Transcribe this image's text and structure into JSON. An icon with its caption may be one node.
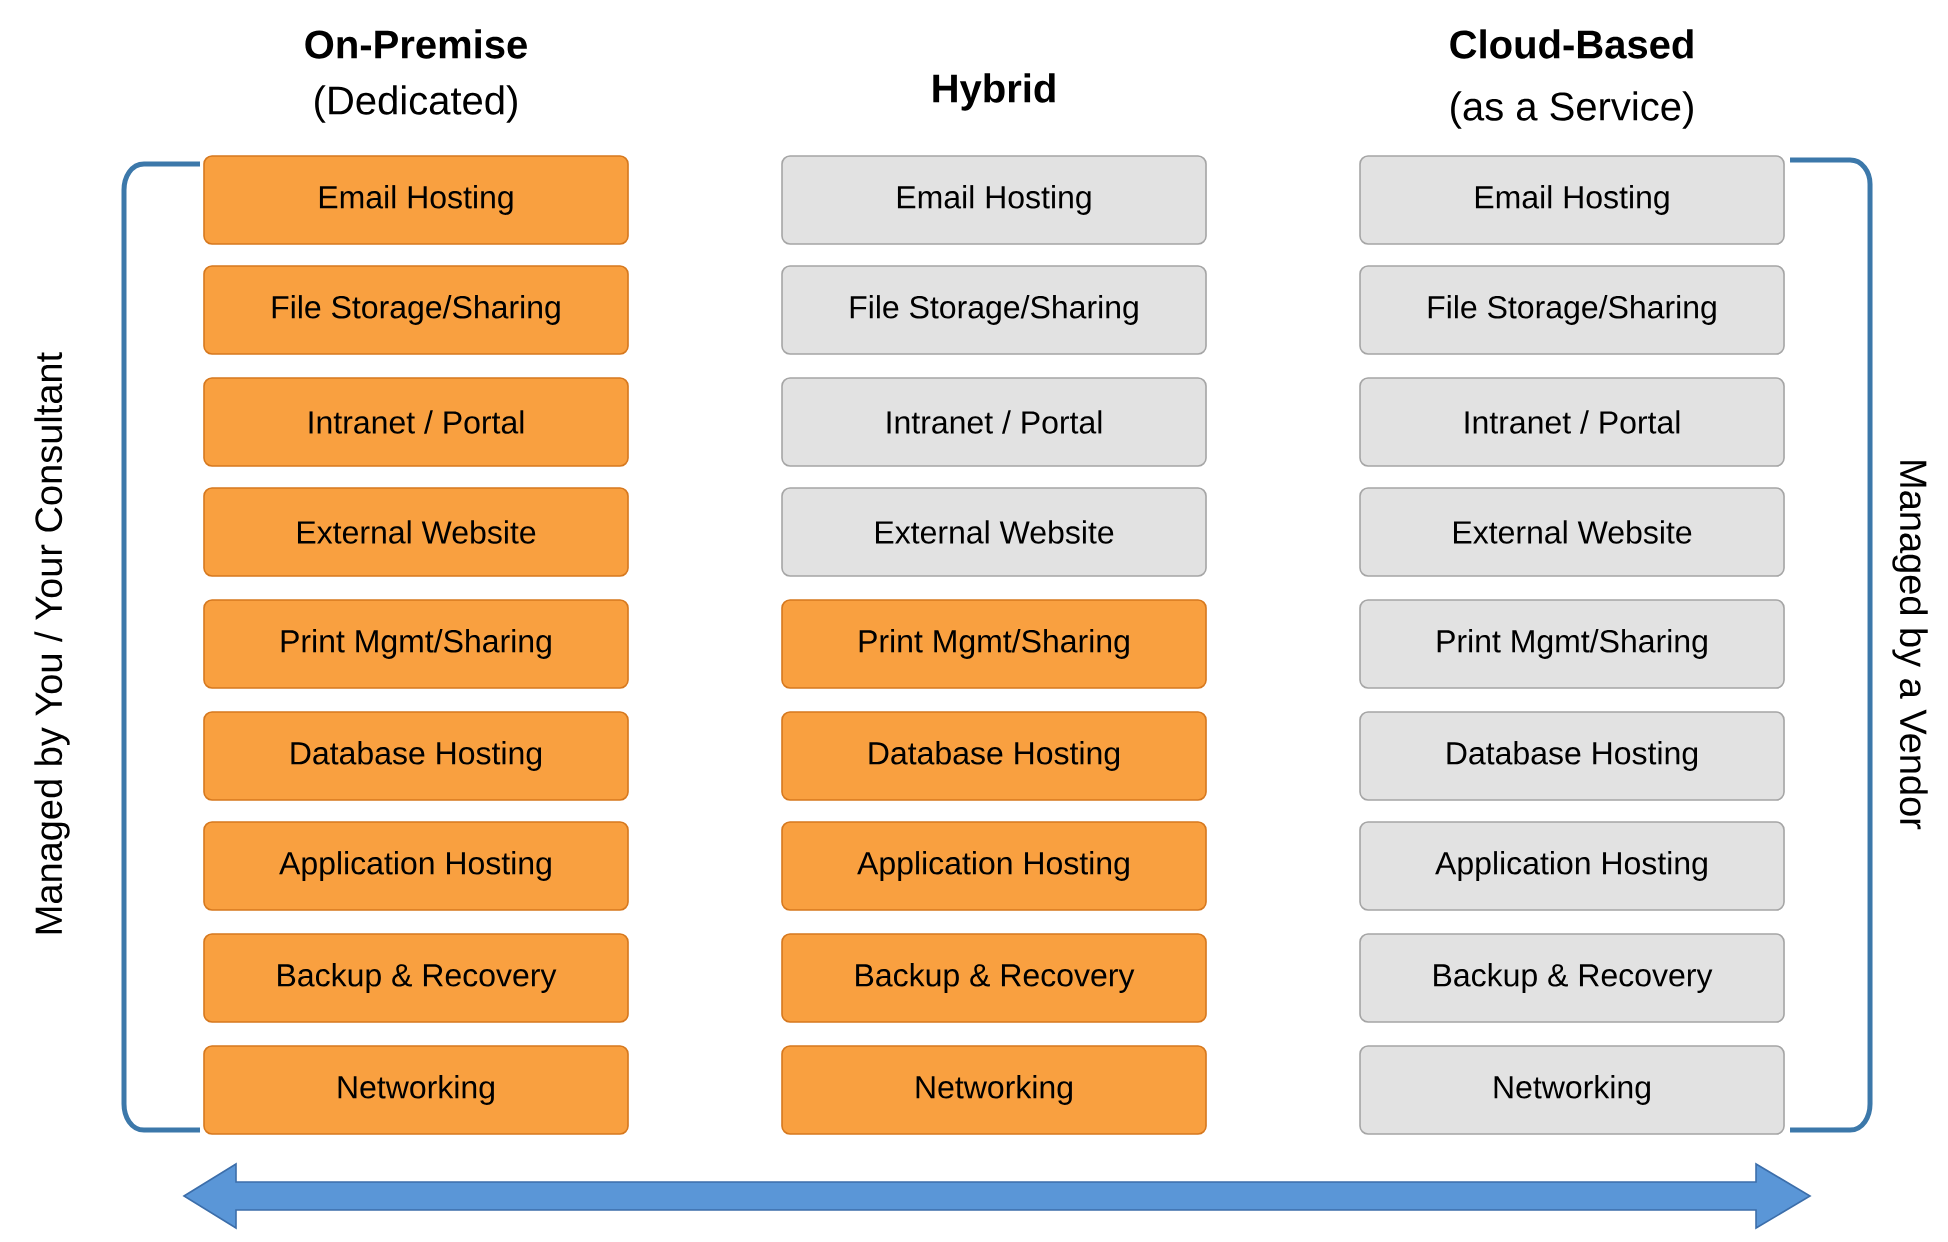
{
  "diagram": {
    "nodes": [
      {
        "text": [
          "Email Hosting"
        ]
      },
      {
        "text": [
          "File Storage/Sharing"
        ]
      },
      {
        "text": [
          "Intranet / Portal"
        ]
      },
      {
        "text": [
          "External Website"
        ]
      },
      {
        "text": [
          "Print Mgmt/Sharing"
        ]
      },
      {
        "text": [
          "Database Hosting"
        ]
      },
      {
        "text": [
          "Application Hosting"
        ]
      },
      {
        "text": [
          "Backup & Recovery"
        ]
      },
      {
        "text": [
          "Networking"
        ]
      },
      {
        "text": [
          "Email Hosting"
        ]
      },
      {
        "text": [
          "File Storage/Sharing"
        ]
      },
      {
        "text": [
          "Intranet / Portal"
        ]
      },
      {
        "text": [
          "External Website"
        ]
      },
      {
        "text": [
          "Print Mgmt/Sharing"
        ]
      },
      {
        "text": [
          "Database Hosting"
        ]
      },
      {
        "text": [
          "Application Hosting"
        ]
      },
      {
        "text": [
          "Backup & Recovery"
        ]
      },
      {
        "text": [
          "Networking"
        ]
      },
      {
        "text": [
          "Email Hosting"
        ]
      },
      {
        "text": [
          "File Storage/Sharing"
        ]
      },
      {
        "text": [
          "Intranet / Portal"
        ]
      },
      {
        "text": [
          "External Website"
        ]
      },
      {
        "text": [
          "Print Mgmt/Sharing"
        ]
      },
      {
        "text": [
          "Database Hosting"
        ]
      },
      {
        "text": [
          "Application Hosting"
        ]
      },
      {
        "text": [
          "Backup & Recovery"
        ]
      },
      {
        "text": [
          "Networking"
        ]
      }
    ],
    "labels": [
      "On-Premise",
      "(Dedicated)",
      "Hybrid",
      "Cloud-Based",
      "(as a Service)",
      "Managed by You / Your Consultant",
      "Managed by a Vendor"
    ]
  }
}
